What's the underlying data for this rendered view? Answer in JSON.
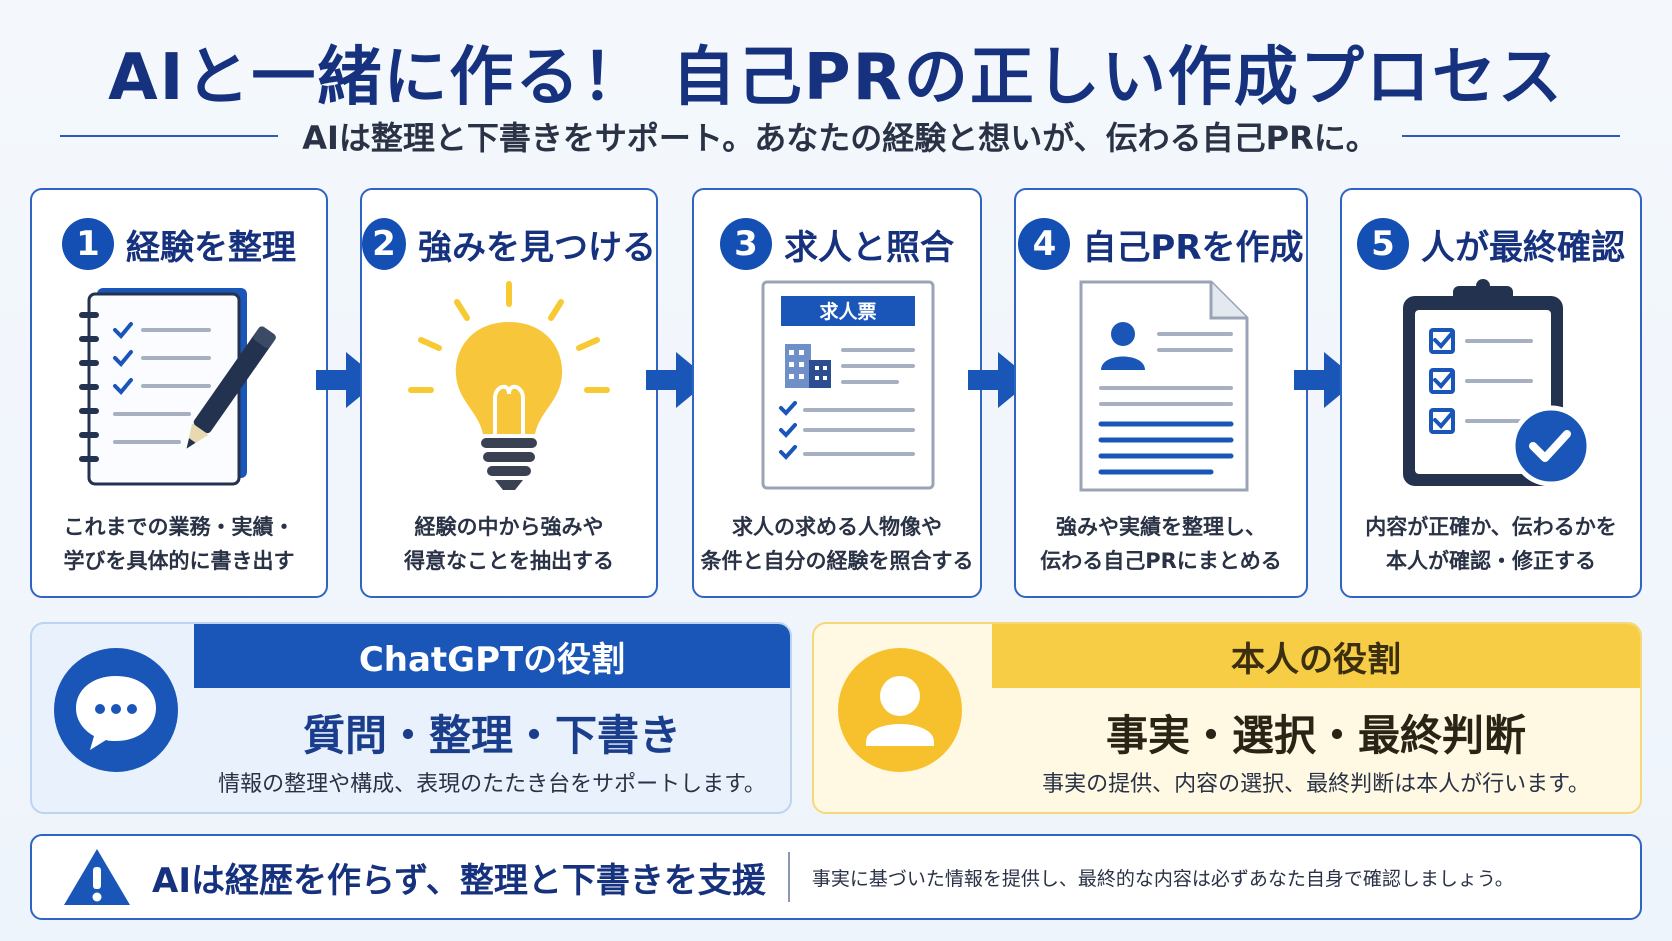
{
  "header": {
    "title": "AIと一緒に作る！ 自己PRの正しい作成プロセス",
    "subtitle": "AIは整理と下書きをサポート。あなたの経験と想いが、伝わる自己PRに。"
  },
  "steps": [
    {
      "num": "1",
      "label": "経験を整理",
      "desc1": "これまでの業務・実績・",
      "desc2": "学びを具体的に書き出す"
    },
    {
      "num": "2",
      "label": "強みを見つける",
      "desc1": "経験の中から強みや",
      "desc2": "得意なことを抽出する"
    },
    {
      "num": "3",
      "label": "求人と照合",
      "desc1": "求人の求める人物像や",
      "desc2": "条件と自分の経験を照合する",
      "sheet_label": "求人票"
    },
    {
      "num": "4",
      "label": "自己PRを作成",
      "desc1": "強みや実績を整理し、",
      "desc2": "伝わる自己PRにまとめる"
    },
    {
      "num": "5",
      "label": "人が最終確認",
      "desc1": "内容が正確か、伝わるかを",
      "desc2": "本人が確認・修正する"
    }
  ],
  "roles": {
    "ai": {
      "tag": "ChatGPTの役割",
      "big": "質問・整理・下書き",
      "small": "情報の整理や構成、表現のたたき台をサポートします。"
    },
    "me": {
      "tag": "本人の役割",
      "big": "事実・選択・最終判断",
      "small": "事実の提供、内容の選択、最終判断は本人が行います。"
    }
  },
  "notice": {
    "main": "AIは経歴を作らず、整理と下書きを支援",
    "note": "事実に基づいた情報を提供し、最終的な内容は必ずあなた自身で確認しましょう。"
  },
  "colors": {
    "primary": "#1450b4",
    "accent_yellow": "#f7cd45",
    "dark_navy": "#16327e"
  }
}
